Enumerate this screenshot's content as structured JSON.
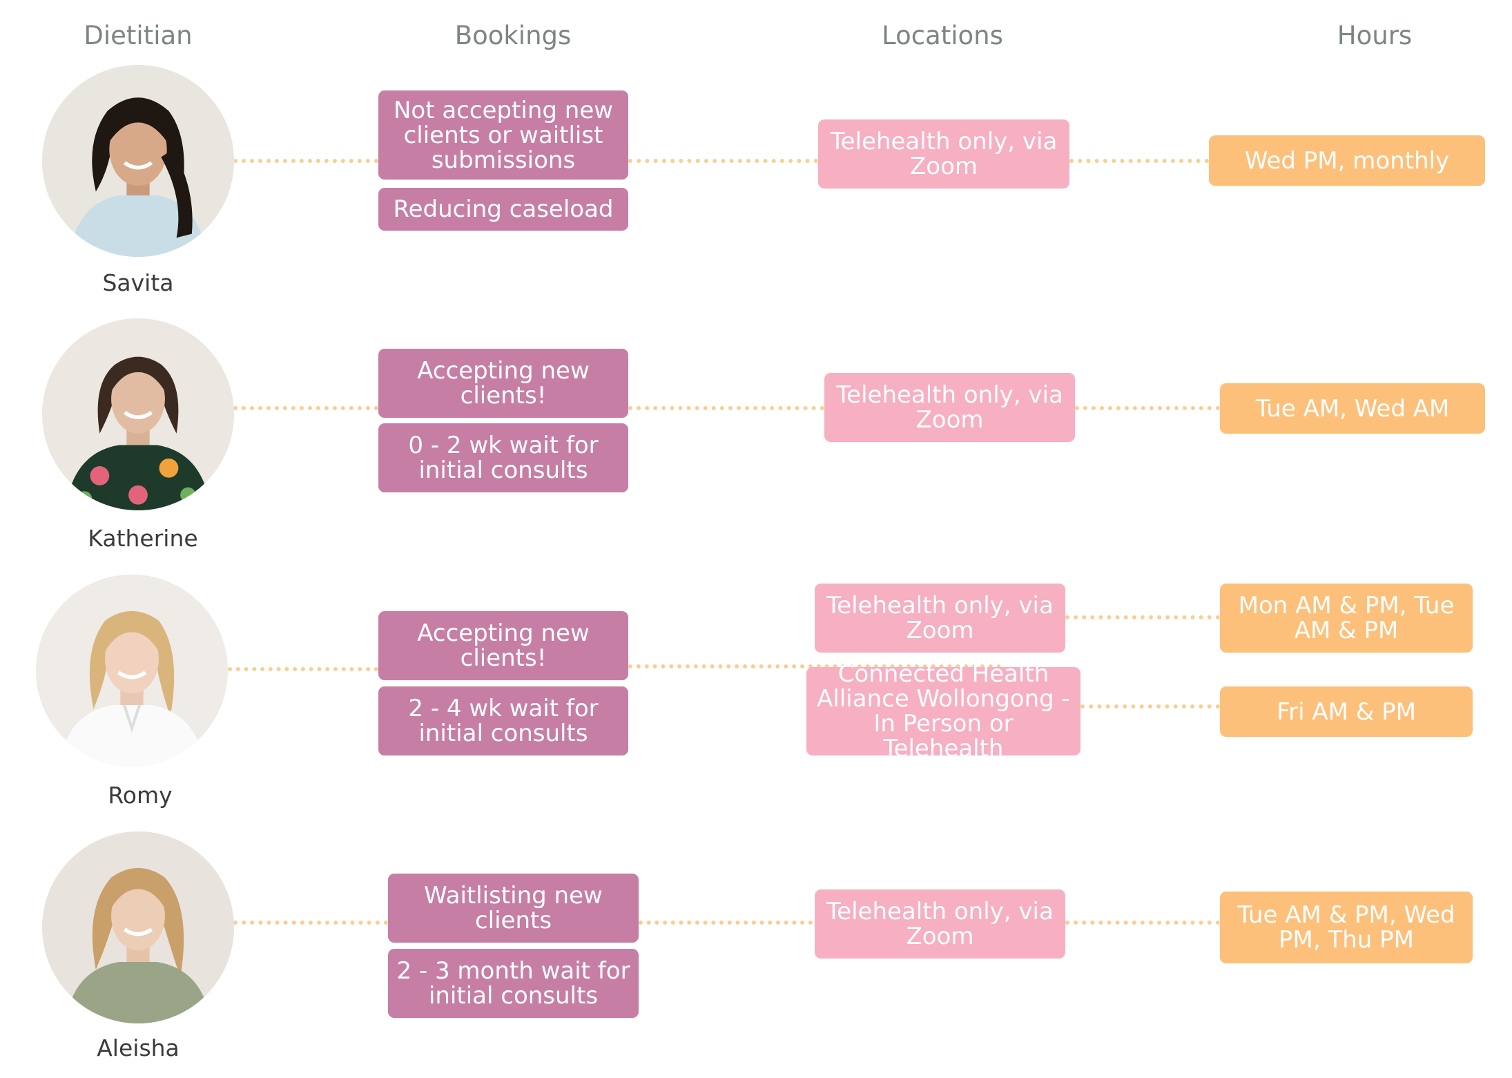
{
  "headers": {
    "dietitian": "Dietitian",
    "bookings": "Bookings",
    "locations": "Locations",
    "hours": "Hours"
  },
  "colors": {
    "booking": "#c67ea4",
    "location": "#f7afc2",
    "hours": "#fdc07a",
    "connector": "#f7cf95"
  },
  "dietitians": [
    {
      "name": "Savita",
      "booking_status": "Not accepting new clients or waitlist submissions",
      "booking_detail": "Reducing caseload",
      "locations": [
        "Telehealth only, via Zoom"
      ],
      "hours": [
        "Wed PM, monthly"
      ]
    },
    {
      "name": "Katherine",
      "booking_status": "Accepting new clients!",
      "booking_detail": "0 - 2 wk wait for initial consults",
      "locations": [
        "Telehealth only, via Zoom"
      ],
      "hours": [
        "Tue AM, Wed AM"
      ]
    },
    {
      "name": "Romy",
      "booking_status": "Accepting new clients!",
      "booking_detail": "2 - 4 wk wait for initial consults",
      "locations": [
        "Telehealth only, via Zoom",
        "Connected Health Alliance Wollongong - In Person or Telehealth"
      ],
      "hours": [
        "Mon AM & PM, Tue AM & PM",
        "Fri AM & PM"
      ]
    },
    {
      "name": "Aleisha",
      "booking_status": "Waitlisting new clients",
      "booking_detail": "2 - 3 month wait for initial consults",
      "locations": [
        "Telehealth only, via Zoom"
      ],
      "hours": [
        "Tue AM & PM, Wed PM, Thu PM"
      ]
    }
  ]
}
